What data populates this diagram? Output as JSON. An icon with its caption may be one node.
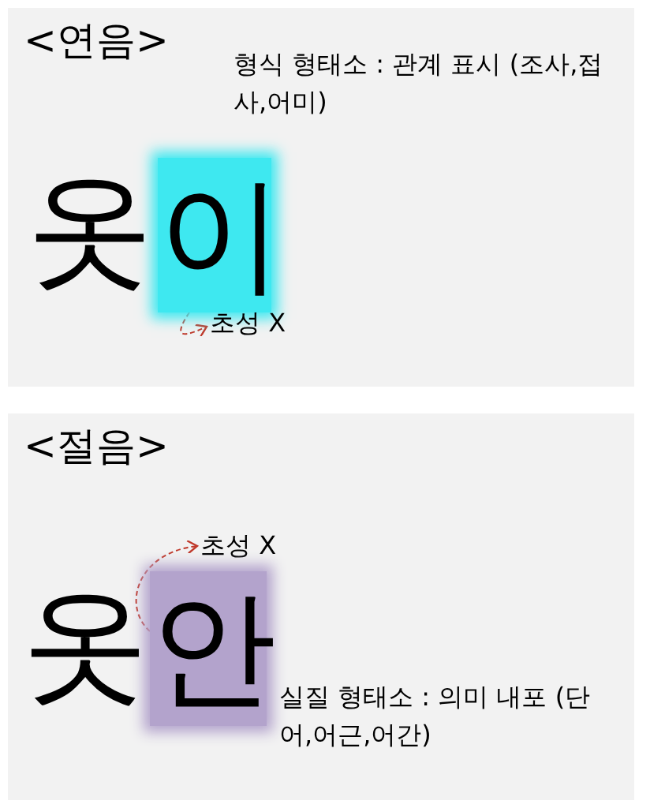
{
  "diagram": {
    "nodes": [
      {
        "text": [
          "<연음>"
        ]
      },
      {
        "text": [
          "이"
        ],
        "in": 0
      },
      {
        "text": [
          "초성 X"
        ],
        "in": 0
      },
      {
        "text": [
          "<절음>"
        ]
      },
      {
        "text": [
          "초성 X"
        ],
        "in": 3
      },
      {
        "text": [
          "안"
        ],
        "in": 3
      }
    ],
    "edges": [
      {
        "from": 1,
        "to": 2,
        "arrow": "to",
        "style": "dashed"
      },
      {
        "from": 5,
        "to": 4,
        "arrow": "to",
        "style": "dashed"
      }
    ],
    "labels": [
      "형식 형태소 : 관계 표시 (조사,접사,어미)",
      "옷",
      "옷",
      "실질 형태소 : 의미 내포 (단어,어근,어간)"
    ]
  }
}
